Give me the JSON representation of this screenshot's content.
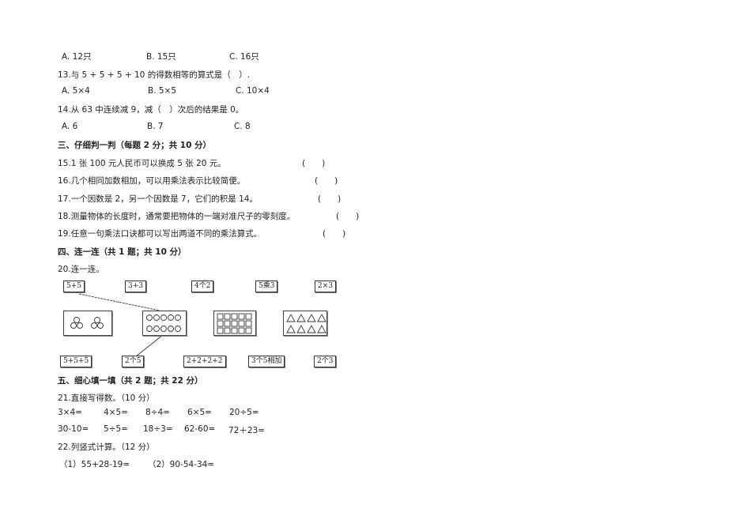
{
  "q12_options": [
    "A. 12只",
    "B. 15只",
    "C. 16只"
  ],
  "q13": {
    "text": "13.与 5 + 5 + 5 + 10 的得数相等的算式是（　）.",
    "options": [
      "A. 5×4",
      "B. 5×5",
      "C. 10×4"
    ]
  },
  "q14": {
    "text": "14.从 63 中连续减 9，减（　）次后的结果是 0。",
    "options": [
      "A. 6",
      "B. 7",
      "C. 8"
    ]
  },
  "section3": {
    "title": "三、仔细判一判（每题 2 分；共 10 分）",
    "items": [
      {
        "text": "15.1 张 100 元人民币可以换成 5 张 20 元。",
        "blank": "(　　)"
      },
      {
        "text": "16.几个相同加数相加，可以用乘法表示比较简便。",
        "blank": "(　　)"
      },
      {
        "text": "17.一个因数是 2，另一个因数是 7，它们的积是 14。",
        "blank": "(　　)"
      },
      {
        "text": "18.测量物体的长度时，通常要把物体的一端对准尺子的零刻度。",
        "blank": "(　　)"
      },
      {
        "text": "19.任意一句乘法口诀都可以写出两道不同的乘法算式。",
        "blank": "(　　)"
      }
    ]
  },
  "section4": {
    "title": "四、连一连（共 1 题；共 10 分）",
    "q20": "20.连一连。",
    "top_labels": [
      "5+5",
      "3+3",
      "4个2",
      "5乘3",
      "2×3"
    ],
    "bottom_labels": [
      "5+5+5",
      "2个5",
      "2+2+2+2",
      "3个5相加",
      "2个3"
    ],
    "pictures": [
      "6 circles in two groups of 3",
      "10 circles in 2 rows of 5",
      "15 squares in 3 rows of 5",
      "8 triangles in 2 rows of 4"
    ]
  },
  "section5": {
    "title": "五、细心填一填（共 2 题；共 22 分）",
    "q21": "21.直接写得数。（10 分）",
    "row1": [
      "3×4=",
      "4×5=",
      "8÷4=",
      "6×5=",
      "20÷5="
    ],
    "row2": [
      "30-10=",
      "5÷5=",
      "18÷3=",
      "62-60=",
      "72＋23="
    ],
    "q22": "22.列竖式计算。（12 分）",
    "q22_items": [
      "（1）55+28-19=",
      "（2）90-54-34="
    ]
  }
}
